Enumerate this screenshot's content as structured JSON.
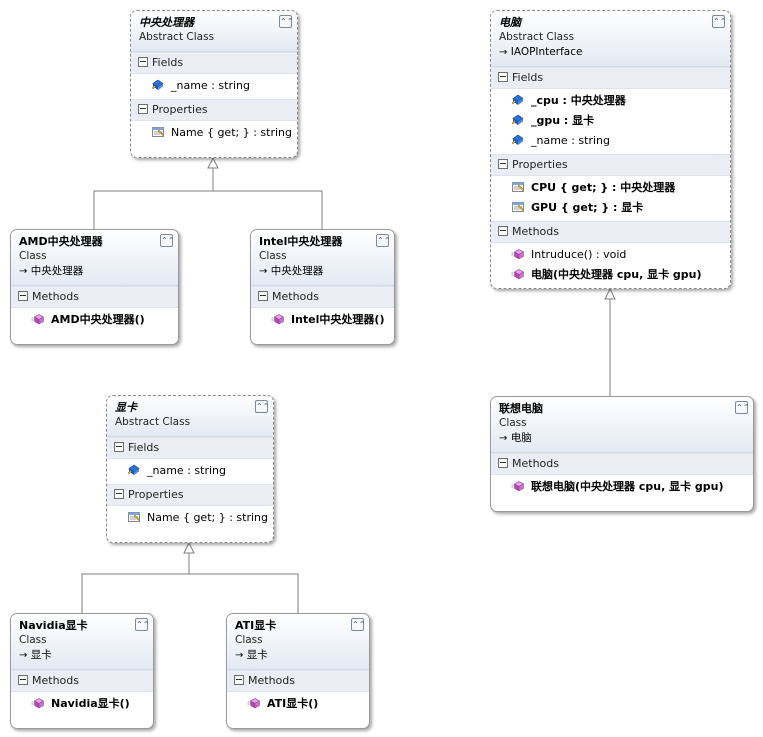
{
  "classes": {
    "cpu": {
      "name": "中央处理器",
      "stereotype": "Abstract Class",
      "fields_label": "Fields",
      "fields": [
        "_name : string"
      ],
      "properties_label": "Properties",
      "properties": [
        "Name { get; } : string"
      ]
    },
    "amd": {
      "name": "AMD中央处理器",
      "stereotype": "Class",
      "base": "中央处理器",
      "methods_label": "Methods",
      "methods": [
        "AMD中央处理器()"
      ]
    },
    "intel": {
      "name": "Intel中央处理器",
      "stereotype": "Class",
      "base": "中央处理器",
      "methods_label": "Methods",
      "methods": [
        "Intel中央处理器()"
      ]
    },
    "gpu": {
      "name": "显卡",
      "stereotype": "Abstract Class",
      "fields_label": "Fields",
      "fields": [
        "_name : string"
      ],
      "properties_label": "Properties",
      "properties": [
        "Name { get; } : string"
      ]
    },
    "nvidia": {
      "name": "Navidia显卡",
      "stereotype": "Class",
      "base": "显卡",
      "methods_label": "Methods",
      "methods": [
        "Navidia显卡()"
      ]
    },
    "ati": {
      "name": "ATI显卡",
      "stereotype": "Class",
      "base": "显卡",
      "methods_label": "Methods",
      "methods": [
        "ATI显卡()"
      ]
    },
    "computer": {
      "name": "电脑",
      "stereotype": "Abstract Class",
      "interface": "IAOPInterface",
      "fields_label": "Fields",
      "fields": [
        "_cpu : 中央处理器",
        "_gpu : 显卡",
        "_name : string"
      ],
      "properties_label": "Properties",
      "properties": [
        "CPU { get; } : 中央处理器",
        "GPU { get; } : 显卡"
      ],
      "methods_label": "Methods",
      "methods": [
        "Intruduce() : void",
        "电脑(中央处理器 cpu, 显卡 gpu)"
      ]
    },
    "lenovo": {
      "name": "联想电脑",
      "stereotype": "Class",
      "base": "电脑",
      "methods_label": "Methods",
      "methods": [
        "联想电脑(中央处理器 cpu, 显卡 gpu)"
      ]
    }
  },
  "icons": {
    "arrow": "→",
    "collapse": "⌃⌃",
    "field": "field-icon",
    "property": "property-icon",
    "method": "method-icon"
  },
  "colors": {
    "border": "#9a9a9a",
    "header_gradient_end": "#e3e9f3",
    "section_header": "#eaeef4",
    "connector": "#7f7f7f"
  }
}
